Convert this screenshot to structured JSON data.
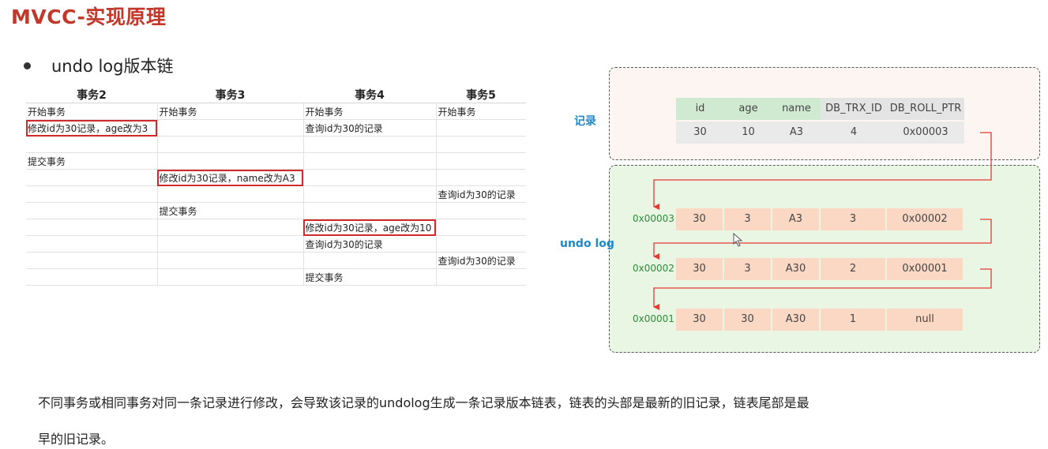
{
  "title": "MVCC-实现原理",
  "bullet": "undo log版本链",
  "table": {
    "headers": [
      "事务2",
      "事务3",
      "事务4",
      "事务5"
    ],
    "rows": [
      [
        "开始事务",
        "开始事务",
        "开始事务",
        "开始事务"
      ],
      [
        "修改id为30记录，age改为3",
        "",
        "查询id为30的记录",
        ""
      ],
      [
        "",
        "",
        "",
        ""
      ],
      [
        "提交事务",
        "",
        "",
        ""
      ],
      [
        "",
        "修改id为30记录，name改为A3",
        "",
        ""
      ],
      [
        "",
        "",
        "",
        "查询id为30的记录"
      ],
      [
        "",
        "提交事务",
        "",
        ""
      ],
      [
        "",
        "",
        "修改id为30记录，age改为10",
        ""
      ],
      [
        "",
        "",
        "查询id为30的记录",
        ""
      ],
      [
        "",
        "",
        "",
        "查询id为30的记录"
      ],
      [
        "",
        "",
        "提交事务",
        ""
      ]
    ],
    "highlighted": [
      [
        1,
        0
      ],
      [
        4,
        1
      ],
      [
        7,
        2
      ]
    ]
  },
  "diagram": {
    "record_label": "记录",
    "undo_label": "undo log",
    "columns": [
      "id",
      "age",
      "name",
      "DB_TRX_ID",
      "DB_ROLL_PTR"
    ],
    "current": [
      "30",
      "10",
      "A3",
      "4",
      "0x00003"
    ],
    "undo_rows": [
      {
        "addr": "0x00003",
        "values": [
          "30",
          "3",
          "A3",
          "3",
          "0x00002"
        ]
      },
      {
        "addr": "0x00002",
        "values": [
          "30",
          "3",
          "A30",
          "2",
          "0x00001"
        ]
      },
      {
        "addr": "0x00001",
        "values": [
          "30",
          "30",
          "A30",
          "1",
          "null"
        ]
      }
    ],
    "arrow_color": "#e53935",
    "header_green": "#cfead1",
    "undo_cell_color": "#fbd8c4"
  },
  "paragraph": {
    "line1": "不同事务或相同事务对同一条记录进行修改，会导致该记录的undolog生成一条记录版本链表，链表的头部是最新的旧记录，链表尾部是最",
    "line2": "早的旧记录。"
  }
}
